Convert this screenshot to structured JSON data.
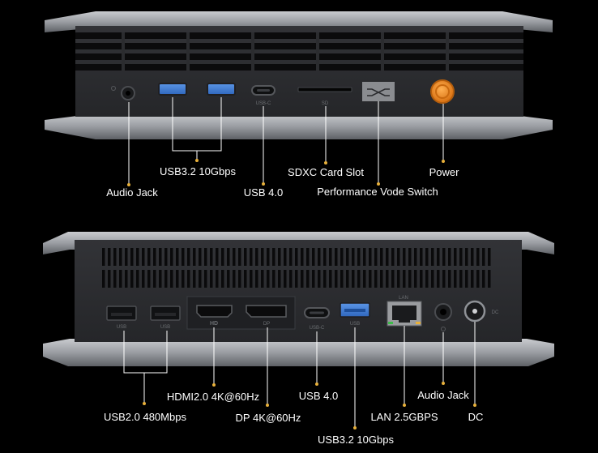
{
  "colors": {
    "background": "#000000",
    "chassis": "#2b2c2f",
    "chassis_edge": "#8e9196",
    "usb3_blue": "#3f7fd6",
    "power_orange": "#f08a1c",
    "lan_green": "#3dbb4a",
    "label_text": "#ffffff",
    "leader_dot": "#e8b03a"
  },
  "front_panel": {
    "port_marks": {
      "usbc": "USB-C",
      "sd": "SD"
    },
    "labels": {
      "audio_jack": "Audio Jack",
      "usb32": "USB3.2 10Gbps",
      "usb40": "USB 4.0",
      "sdxc": "SDXC Card Slot",
      "performance_switch": "Performance Vode Switch",
      "power": "Power"
    }
  },
  "rear_panel": {
    "port_marks": {
      "usb_a": "USB",
      "usb_b": "USB",
      "hd": "HD",
      "dp": "DP",
      "usbc": "USB-C",
      "usb3": "USB",
      "lan": "LAN",
      "dc": "DC"
    },
    "labels": {
      "usb20": "USB2.0 480Mbps",
      "hdmi": "HDMI2.0 4K@60Hz",
      "dp": "DP 4K@60Hz",
      "usb40": "USB 4.0",
      "usb32": "USB3.2 10Gbps",
      "lan": "LAN 2.5GBPS",
      "audio_jack": "Audio Jack",
      "dc": "DC"
    }
  }
}
